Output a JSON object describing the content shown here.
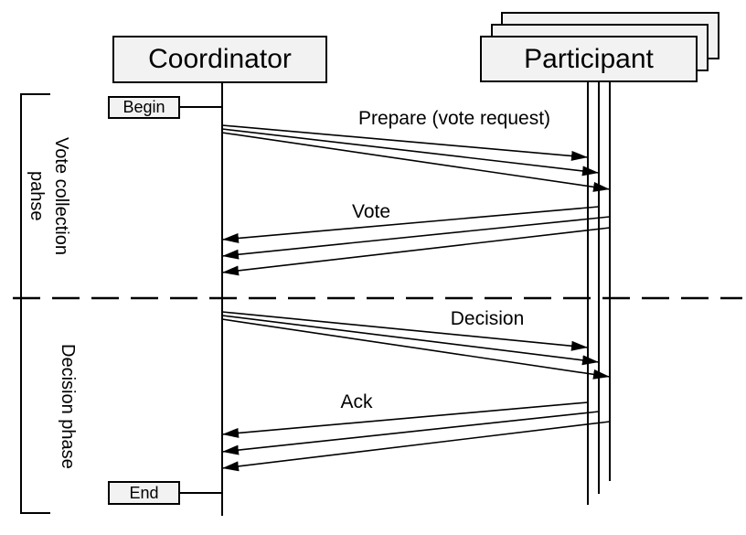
{
  "colors": {
    "background": "#ffffff",
    "box_fill": "#f2f2f2",
    "line": "#000000"
  },
  "lifelines": [
    {
      "label": "Coordinator",
      "instances": 1
    },
    {
      "label": "Participant",
      "instances": 3
    }
  ],
  "markers": {
    "begin": "Begin",
    "end": "End"
  },
  "messages": [
    {
      "label": "Prepare (vote request)",
      "from": "Coordinator",
      "to": "Participant",
      "count": 3
    },
    {
      "label": "Vote",
      "from": "Participant",
      "to": "Coordinator",
      "count": 3
    },
    {
      "label": "Decision",
      "from": "Coordinator",
      "to": "Participant",
      "count": 3
    },
    {
      "label": "Ack",
      "from": "Participant",
      "to": "Coordinator",
      "count": 3
    }
  ],
  "phases": [
    {
      "lines": [
        "Vote collection",
        "pahse"
      ]
    },
    {
      "lines": [
        "Decision phase"
      ]
    }
  ]
}
